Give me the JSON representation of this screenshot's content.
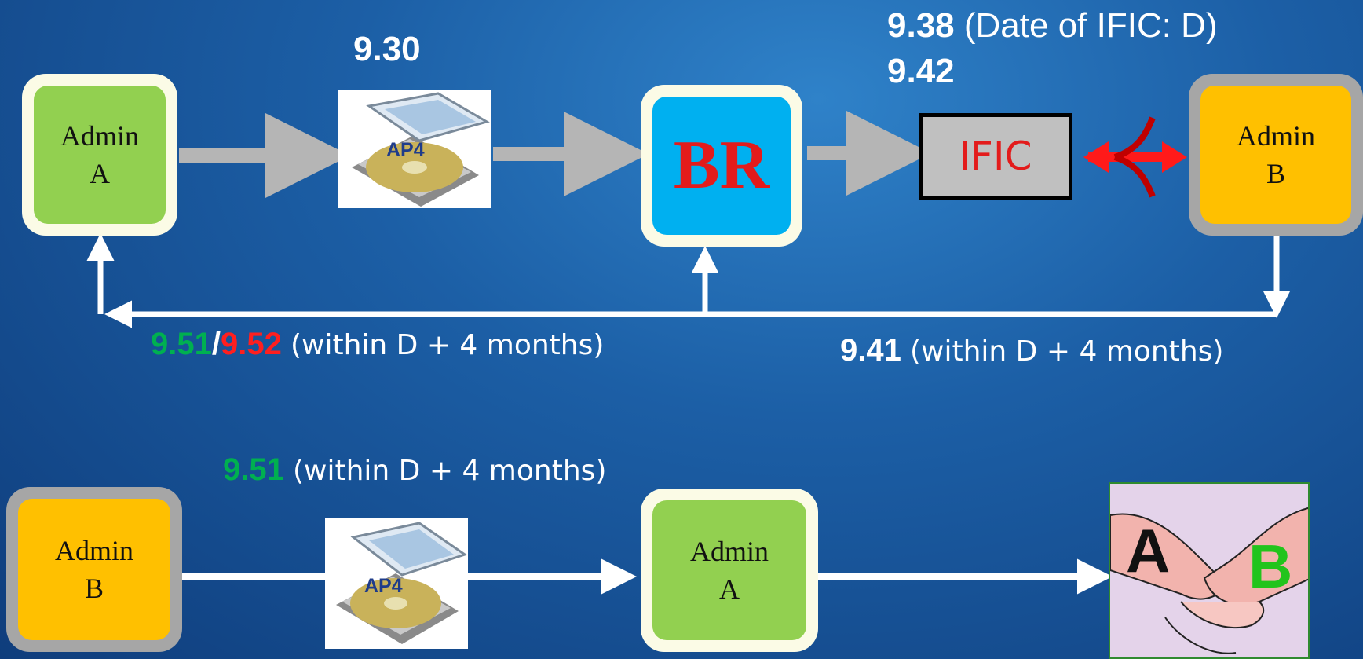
{
  "top_flow": {
    "admin_a": {
      "line1": "Admin",
      "line2": "A"
    },
    "cd_label": "AP4",
    "cd_step": "9.30",
    "br_label": "BR",
    "ific_label": "IFIC",
    "ific_step_1": "9.38",
    "ific_step_1_note": "(Date of IFIC: D)",
    "ific_step_2": "9.42",
    "admin_b": {
      "line1": "Admin",
      "line2": "B"
    },
    "return_step_green": "9.51",
    "return_step_sep": "/",
    "return_step_red": "9.52",
    "return_note": "(within D + 4 months)",
    "admin_b_step": "9.41",
    "admin_b_note": "(within D + 4 months)"
  },
  "bottom_flow": {
    "admin_b": {
      "line1": "Admin",
      "line2": "B"
    },
    "cd_label": "AP4",
    "step": "9.51",
    "step_note": "(within D + 4 months)",
    "admin_a": {
      "line1": "Admin",
      "line2": "A"
    },
    "handshake_left": "A",
    "handshake_right": "B"
  },
  "colors": {
    "green_step": "#00b050",
    "red_step": "#ff1f1f",
    "admin_a_fill": "#92d050",
    "admin_b_fill": "#ffc000",
    "br_fill": "#00b0f0"
  }
}
